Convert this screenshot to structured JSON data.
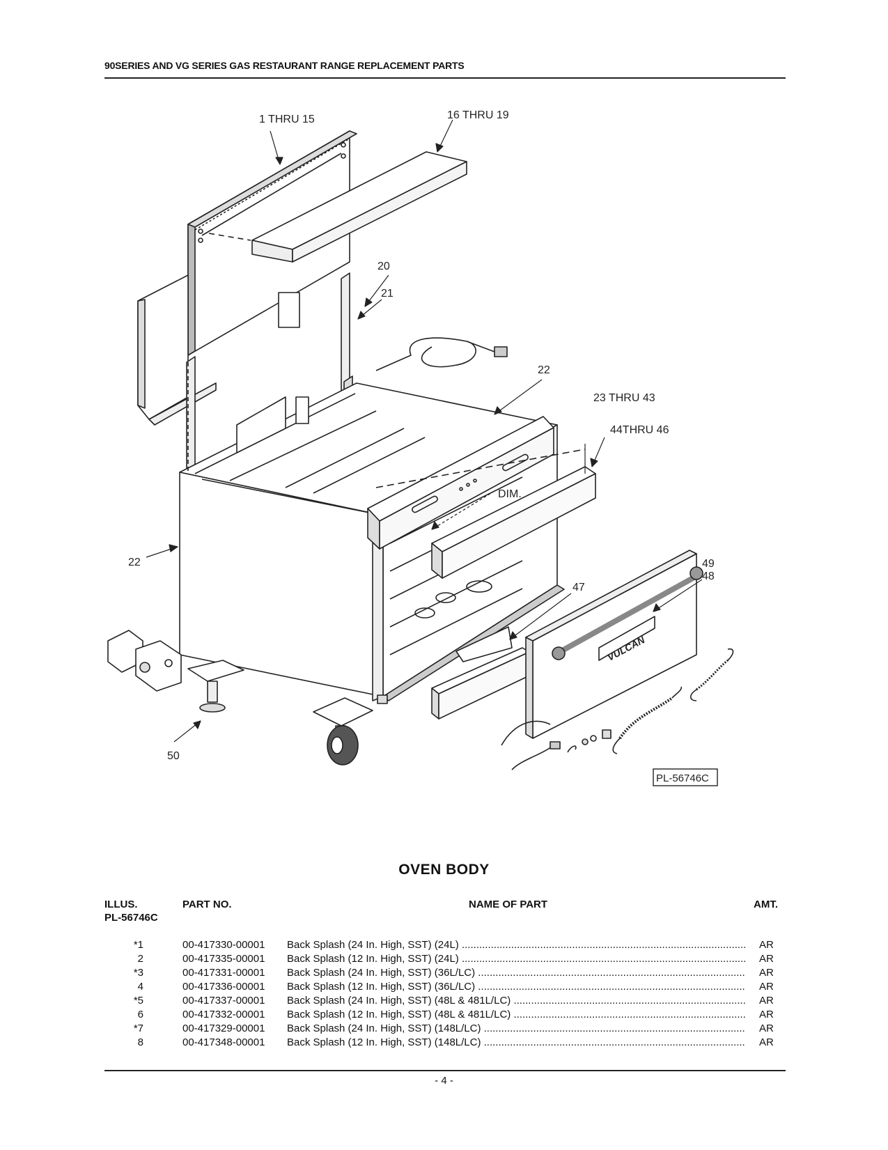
{
  "header": {
    "title": "90SERIES AND VG SERIES GAS RESTAURANT RANGE REPLACEMENT PARTS"
  },
  "diagram": {
    "callouts": {
      "c1_15": "1 THRU 15",
      "c16_19": "16 THRU 19",
      "c20": "20",
      "c21": "21",
      "c22a": "22",
      "c23_43": "23 THRU 43",
      "c44_46": "44THRU 46",
      "dim": "DIM.",
      "c22b": "22",
      "c49": "49",
      "c48": "48",
      "c47": "47",
      "c50": "50"
    },
    "logo": "VULCAN",
    "plate_id": "PL-56746C"
  },
  "section": {
    "title": "OVEN BODY"
  },
  "table": {
    "headers": {
      "illus": "ILLUS.",
      "illus_sub": "PL-56746C",
      "part_no": "PART NO.",
      "name": "NAME OF PART",
      "amt": "AMT."
    },
    "rows": [
      {
        "illus": "*1",
        "part": "00-417330-00001",
        "name": "Back Splash (24 In. High, SST) (24L)",
        "amt": "AR"
      },
      {
        "illus": "2",
        "part": "00-417335-00001",
        "name": "Back Splash (12 In. High, SST) (24L)",
        "amt": "AR"
      },
      {
        "illus": "*3",
        "part": "00-417331-00001",
        "name": "Back Splash (24 In. High, SST) (36L/LC)",
        "amt": "AR"
      },
      {
        "illus": "4",
        "part": "00-417336-00001",
        "name": "Back Splash (12 In. High, SST) (36L/LC)",
        "amt": "AR"
      },
      {
        "illus": "*5",
        "part": "00-417337-00001",
        "name": "Back Splash (24 In. High, SST) (48L & 481L/LC)",
        "amt": "AR"
      },
      {
        "illus": "6",
        "part": "00-417332-00001",
        "name": "Back Splash (12 In. High, SST) (48L & 481L/LC)",
        "amt": "AR"
      },
      {
        "illus": "*7",
        "part": "00-417329-00001",
        "name": "Back Splash (24 In. High, SST) (148L/LC)",
        "amt": "AR"
      },
      {
        "illus": "8",
        "part": "00-417348-00001",
        "name": "Back Splash (12 In. High, SST) (148L/LC)",
        "amt": "AR"
      }
    ]
  },
  "footer": {
    "page": "- 4 -"
  }
}
